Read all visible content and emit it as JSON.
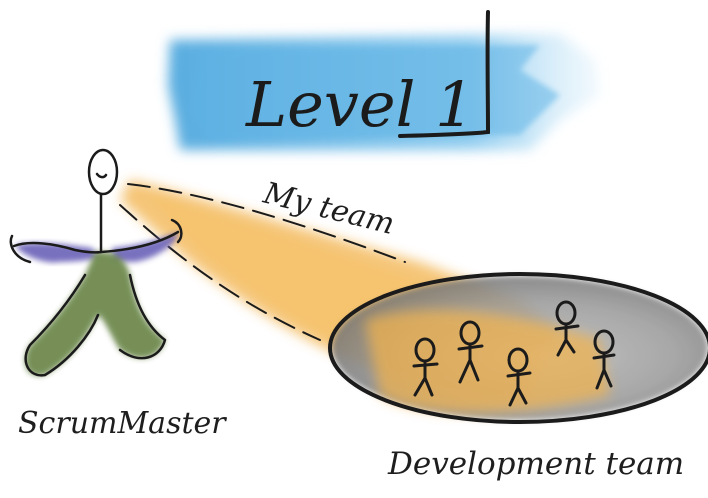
{
  "title": "Level 1",
  "spotlight_label": "My team",
  "scrum_master_label": "ScrumMaster",
  "team_label": "Development team",
  "colors": {
    "banner_blue": "#62b6e6",
    "spotlight_orange": "#f4b44e",
    "scrum_master_body": "#6f8a4f",
    "scrum_master_arms": "#6a62b8",
    "platform_gray": "#8e8e8e",
    "ink": "#1b1b1b"
  },
  "icons": {
    "scrum_master": "stick-figure-icon",
    "team_members": "stick-figure-icon"
  }
}
